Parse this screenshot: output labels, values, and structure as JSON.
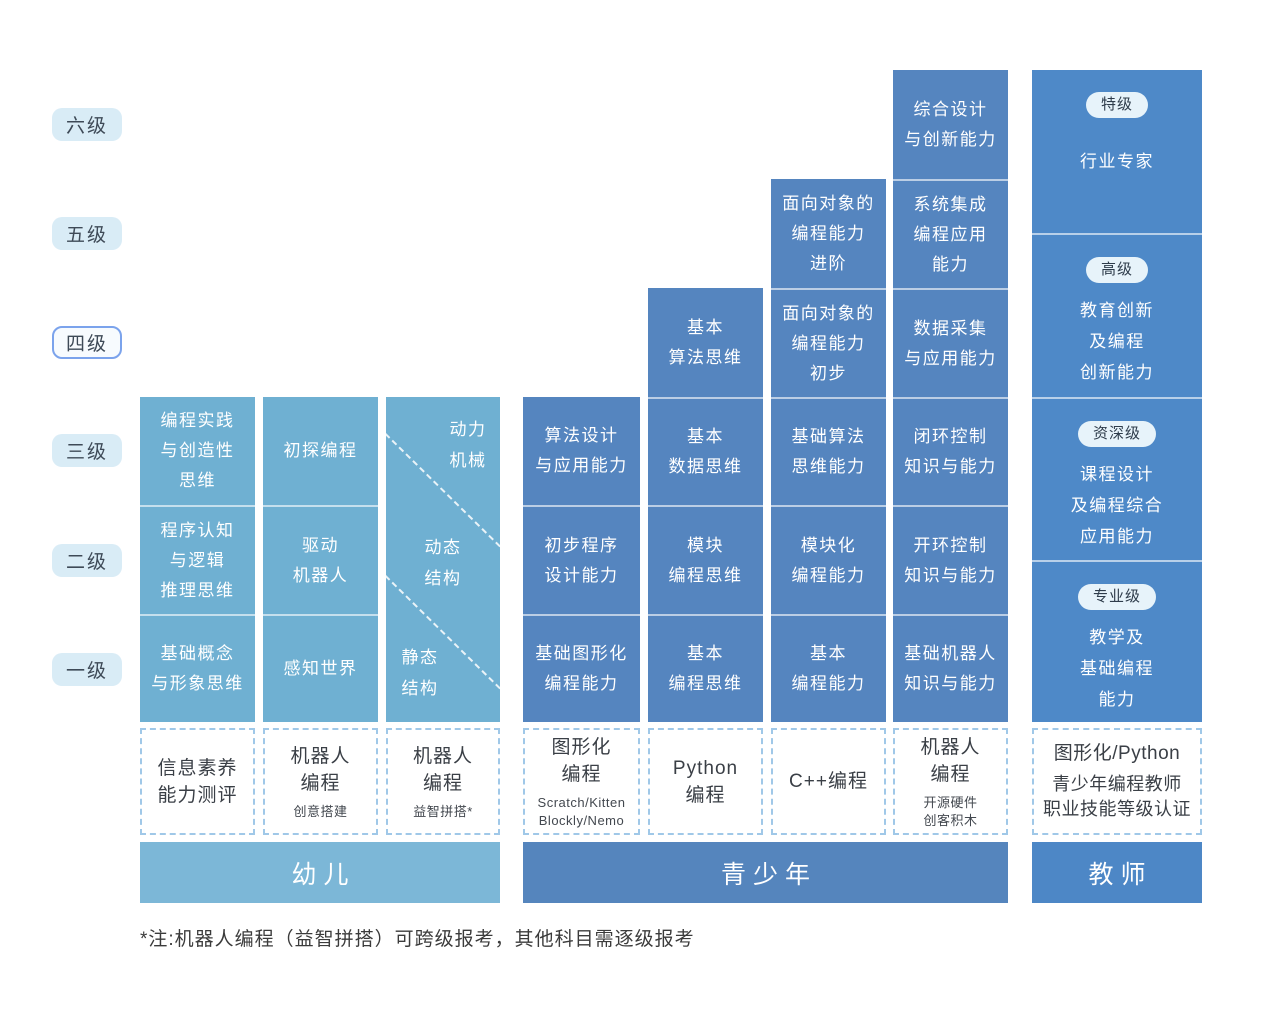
{
  "levels": [
    "六级",
    "五级",
    "四级",
    "三级",
    "二级",
    "一级"
  ],
  "selected_level": "四级",
  "columns": {
    "c1": {
      "l3": "编程实践\n与创造性\n思维",
      "l2": "程序认知\n与逻辑\n推理思维",
      "l1": "基础概念\n与形象思维",
      "label": "信息素养\n能力测评"
    },
    "c2": {
      "l3": "初探编程",
      "l2": "驱动\n机器人",
      "l1": "感知世界",
      "label": "机器人\n编程",
      "sub": "创意搭建"
    },
    "c3": {
      "top": "动力\n机械",
      "mid": "动态\n结构",
      "bottom": "静态\n结构",
      "label": "机器人\n编程",
      "sub": "益智拼搭*"
    },
    "c4": {
      "l3": "算法设计\n与应用能力",
      "l2": "初步程序\n设计能力",
      "l1": "基础图形化\n编程能力",
      "label": "图形化\n编程",
      "sub": "Scratch/Kitten\nBlockly/Nemo"
    },
    "c5": {
      "l4": "基本\n算法思维",
      "l3": "基本\n数据思维",
      "l2": "模块\n编程思维",
      "l1": "基本\n编程思维",
      "label": "Python\n编程"
    },
    "c6": {
      "l5": "面向对象的\n编程能力\n进阶",
      "l4": "面向对象的\n编程能力\n初步",
      "l3": "基础算法\n思维能力",
      "l2": "模块化\n编程能力",
      "l1": "基本\n编程能力",
      "label": "C++编程"
    },
    "c7": {
      "l6": "综合设计\n与创新能力",
      "l5": "系统集成\n编程应用\n能力",
      "l4": "数据采集\n与应用能力",
      "l3": "闭环控制\n知识与能力",
      "l2": "开环控制\n知识与能力",
      "l1": "基础机器人\n知识与能力",
      "label": "机器人\n编程",
      "sub": "开源硬件\n创客积木"
    },
    "teacher": {
      "b1_badge": "特级",
      "b1_text": "行业专家",
      "b2_badge": "高级",
      "b2_text": "教育创新\n及编程\n创新能力",
      "b3_badge": "资深级",
      "b3_text": "课程设计\n及编程综合\n应用能力",
      "b4_badge": "专业级",
      "b4_text": "教学及\n基础编程\n能力",
      "label_line1": "图形化/Python",
      "label_rest": "青少年编程教师\n职业技能等级认证"
    }
  },
  "sections": {
    "kids": "幼儿",
    "youth": "青少年",
    "teacher": "教师"
  },
  "footnote": "*注:机器人编程（益智拼搭）可跨级报考，其他科目需逐级报考",
  "colors": {
    "kids_cell": "#6fb0d2",
    "youth_cell": "#5585bf",
    "teacher_cell": "#4e89c8",
    "kids_bar": "#7cb7d7",
    "youth_bar": "#5585bd",
    "teacher_bar": "#4d87c6",
    "level_badge_bg": "#d9ecf6",
    "selected_badge_border": "#7ba3ec",
    "dashed_border": "#a0c8e8"
  }
}
